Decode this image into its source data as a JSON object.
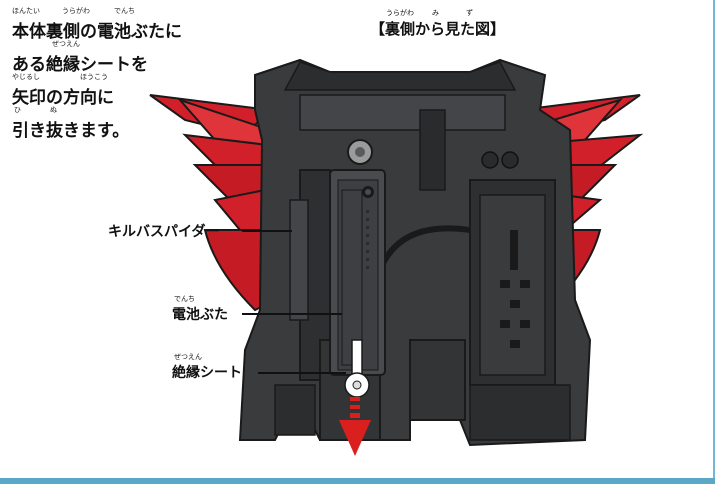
{
  "instructions": {
    "line1": {
      "text": "本体裏側の電池ぶたに",
      "ruby": [
        "ほんたい",
        "うらがわ",
        "でんち"
      ]
    },
    "line2": {
      "text": "ある絶縁シートを",
      "ruby": [
        "ぜつえん"
      ]
    },
    "line3": {
      "text": "矢印の方向に",
      "ruby": [
        "やじるし",
        "ほうこう"
      ]
    },
    "line4": {
      "text": "引き抜きます。",
      "ruby": [
        "ひ",
        "ぬ"
      ]
    }
  },
  "view_title": {
    "text": "【裏側から見た図】",
    "ruby": [
      "うらがわ",
      "み",
      "ず"
    ]
  },
  "callouts": {
    "killbus_spider": {
      "label": "キルバスパイダー"
    },
    "battery_cover": {
      "label": "電池ぶた",
      "ruby": "でんち"
    },
    "insulation_sheet": {
      "label": "絶縁シート",
      "ruby": "ぜつえん"
    }
  },
  "colors": {
    "body": "#3a3b3d",
    "body_dark": "#222325",
    "wing_red": "#d2202a",
    "arrow_red": "#d9201f",
    "accent_blue": "#5aa7c8"
  }
}
